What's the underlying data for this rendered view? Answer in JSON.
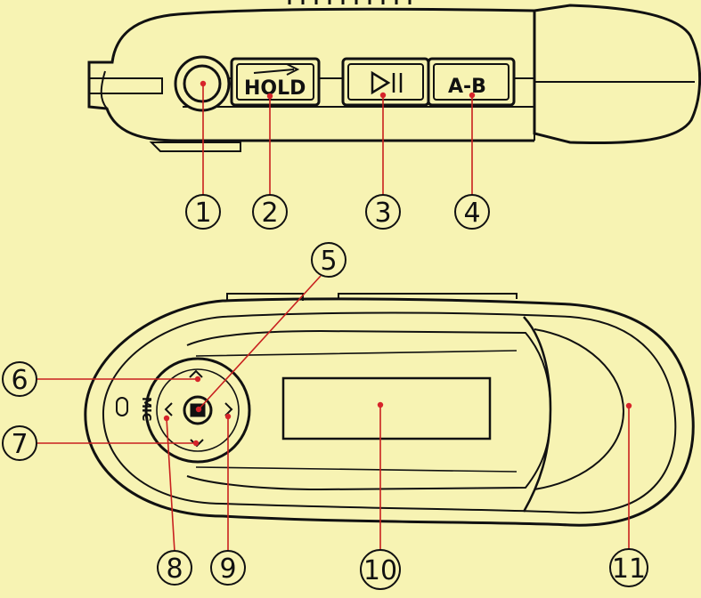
{
  "colors": {
    "background": "#f7f3b3",
    "outline": "#111111",
    "callout_dot": "#d6242a",
    "leader_line": "#c8201f"
  },
  "buttons": {
    "hold_label": "HOLD",
    "play_pause_icon": "play-pause-icon",
    "ab_label": "A-B"
  },
  "device": {
    "mic_label": "MIC",
    "center_button_icon": "menu-m-icon"
  },
  "callouts": [
    {
      "number": "1",
      "target": "headphone-jack"
    },
    {
      "number": "2",
      "target": "hold-switch"
    },
    {
      "number": "3",
      "target": "play-pause-button"
    },
    {
      "number": "4",
      "target": "ab-repeat-button"
    },
    {
      "number": "5",
      "target": "center-menu-button"
    },
    {
      "number": "6",
      "target": "up-button"
    },
    {
      "number": "7",
      "target": "down-button"
    },
    {
      "number": "8",
      "target": "left-button"
    },
    {
      "number": "9",
      "target": "right-button"
    },
    {
      "number": "10",
      "target": "lcd-display"
    },
    {
      "number": "11",
      "target": "usb-cap"
    }
  ]
}
